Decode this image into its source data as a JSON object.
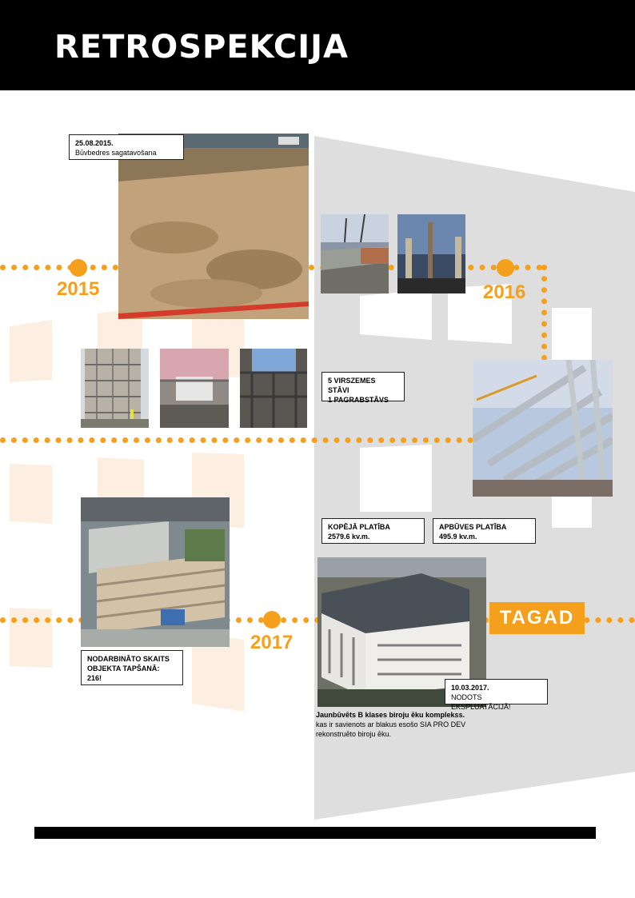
{
  "header": {
    "title": "RETROSPEKCIJA"
  },
  "timeline": {
    "years": [
      "2015",
      "2016",
      "2017"
    ],
    "now_label": "TAGAD"
  },
  "notes": {
    "start": {
      "date": "25.08.2015.",
      "text": "Būvbedres sagatavošana"
    },
    "floors": {
      "line1": "5 VIRSZEMES STĀVI",
      "line2": "1 PAGRABSTĀVS"
    },
    "total_area": {
      "label": "KOPĒJĀ PLATĪBA",
      "value": "2579.6 kv.m."
    },
    "built_area": {
      "label": "APBŪVES PLATĪBA",
      "value": "495.9 kv.m."
    },
    "workers": {
      "line1": "NODARBINĀTO SKAITS",
      "line2": "OBJEKTA TAPŠANĀ:",
      "line3": "216!"
    },
    "completed": {
      "date": "10.03.2017.",
      "text": "NODOTS EKSPLUATĀCIJĀ!"
    }
  },
  "caption": {
    "bold": "Jaunbūvēts B  klases biroju ēku komplekss.",
    "line2": "kas ir savienots ar blakus esošo SIA PRO DEV",
    "line3": "rekonstruēto biroju ēku."
  },
  "colors": {
    "accent": "#f5a01c",
    "header_bg": "#000000",
    "bg_building": "#dcdcdc"
  }
}
